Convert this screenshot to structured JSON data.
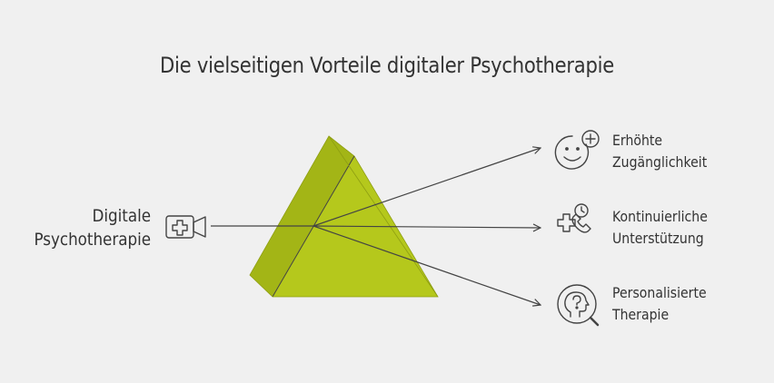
{
  "title": "Die vielseitigen Vorteile digitaler Psychotherapie",
  "input": {
    "line1": "Digitale",
    "line2": "Psychotherapie",
    "icon": "video-medical-icon"
  },
  "outputs": [
    {
      "line1": "Erhöhte",
      "line2": "Zugänglichkeit",
      "icon": "smiley-plus-icon"
    },
    {
      "line1": "Kontinuierliche",
      "line2": "Unterstützung",
      "icon": "medical-phone-clock-icon"
    },
    {
      "line1": "Personalisierte",
      "line2": "Therapie",
      "icon": "head-search-icon"
    }
  ],
  "colors": {
    "background": "#f0f0f0",
    "prism_face": "#b5c81c",
    "prism_side": "#a3b516",
    "text": "#333333",
    "lines": "#444444"
  }
}
